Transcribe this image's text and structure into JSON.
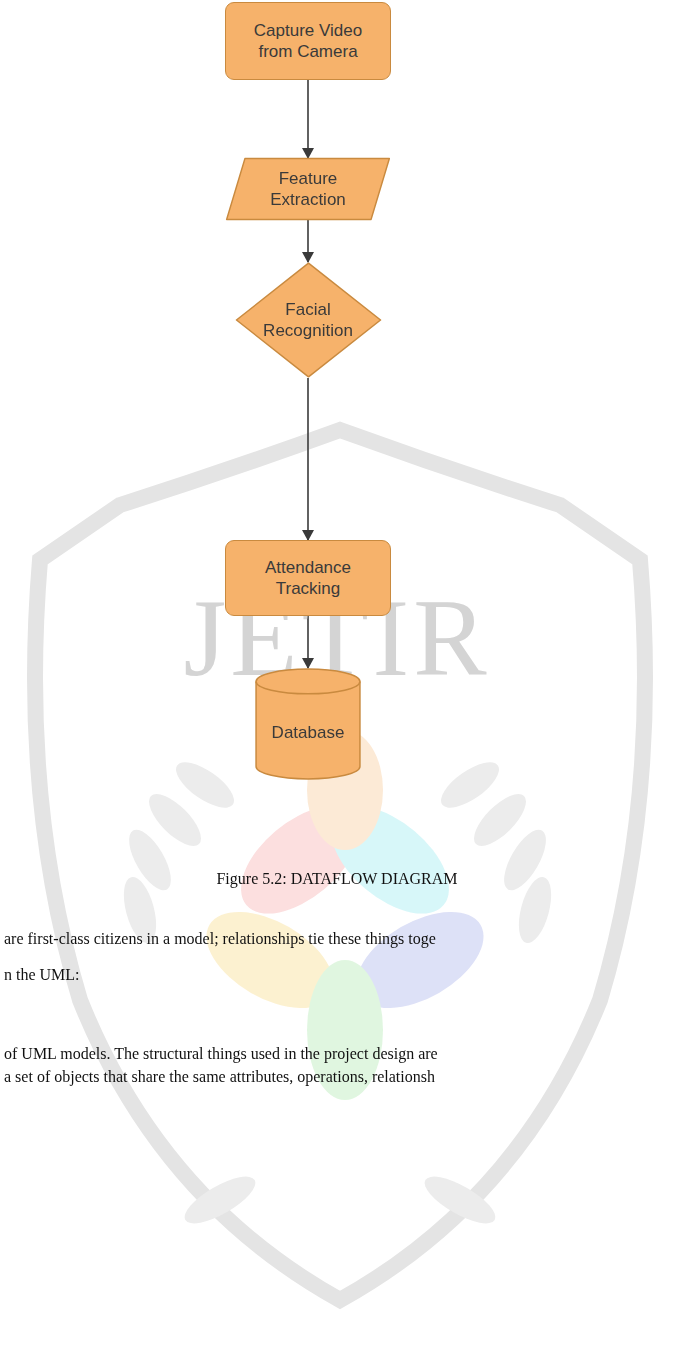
{
  "diagram": {
    "caption": "Figure 5.2: DATAFLOW DIAGRAM",
    "nodes": [
      {
        "text": [
          "Capture Video from Camera"
        ]
      },
      {
        "text": [
          "Feature Extraction"
        ]
      },
      {
        "text": [
          "Facial Recognition"
        ]
      },
      {
        "text": [
          "Attendance Tracking"
        ]
      },
      {
        "text": [
          "Database"
        ]
      }
    ],
    "edges": [
      {
        "from": 0,
        "to": 1,
        "arrow": "to"
      },
      {
        "from": 1,
        "to": 2,
        "arrow": "to"
      },
      {
        "from": 2,
        "to": 3,
        "arrow": "to"
      },
      {
        "from": 3,
        "to": 4,
        "arrow": "to"
      }
    ],
    "labels": [
      "JETIR",
      "are first-class citizens in a model; relationships tie these things toge",
      "n the UML:",
      "of UML models. The structural things used in the project design are",
      "a set of objects that share the same attributes, operations, relationsh"
    ]
  }
}
